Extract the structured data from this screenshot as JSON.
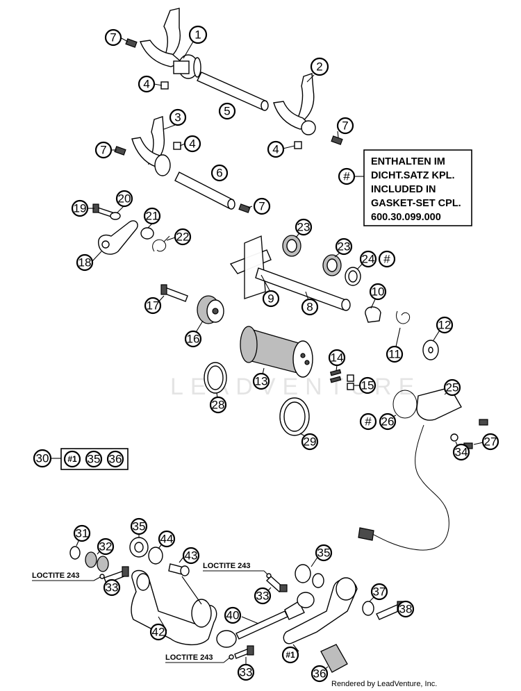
{
  "note_box": {
    "lines": [
      "ENTHALTEN IM",
      "DICHT.SATZ KPL.",
      "INCLUDED IN",
      "GASKET-SET CPL.",
      "600.30.099.000"
    ],
    "symbol": "#"
  },
  "kit_group": {
    "label": "30",
    "items": [
      "#1",
      "35",
      "36"
    ]
  },
  "loctite_labels": [
    "LOCTITE 243",
    "LOCTITE 243",
    "LOCTITE 243"
  ],
  "callouts": {
    "c7a": "7",
    "c1": "1",
    "c4a": "4",
    "c2": "2",
    "c5": "5",
    "c3": "3",
    "c7b": "7",
    "c4b": "4",
    "c4c": "4",
    "c7c": "7",
    "c6": "6",
    "c7d": "7",
    "c19": "19",
    "c20": "20",
    "c21": "21",
    "c22": "22",
    "c18": "18",
    "c23a": "23",
    "c23b": "23",
    "c24": "24",
    "c24s": "#",
    "c9": "9",
    "c8": "8",
    "c10": "10",
    "c17": "17",
    "c16": "16",
    "c12": "12",
    "c11": "11",
    "c14": "14",
    "c15": "15",
    "c13": "13",
    "c28": "28",
    "c25": "25",
    "c26": "26",
    "c26s": "#",
    "c29": "29",
    "c27": "27",
    "c34": "34",
    "c31": "31",
    "c35a": "35",
    "c44": "44",
    "c32": "32",
    "c43": "43",
    "c33a": "33",
    "c35b": "35",
    "c33b": "33",
    "c37": "37",
    "c42": "42",
    "c40": "40",
    "c38": "38",
    "c1h": "#1",
    "c33c": "33",
    "c36": "36"
  },
  "watermark": "LEADVENTURE",
  "footer": "Rendered by LeadVenture, Inc."
}
